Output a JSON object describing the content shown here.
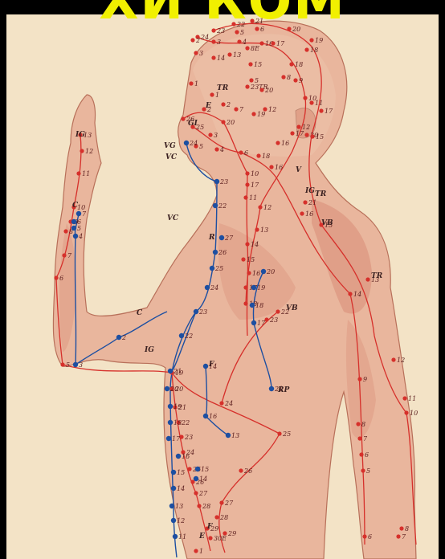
{
  "banner": {
    "title": "ХИ КОМ"
  },
  "colors": {
    "background": "#000000",
    "paper": "#f3e3c6",
    "skin": "#e9b69d",
    "muscle": "#d98d76",
    "red_meridian": "#d6302b",
    "blue_meridian": "#1d4fa1",
    "banner_text": "#f1f000"
  },
  "meridian_labels": [
    {
      "text": "IG"
    },
    {
      "text": "C"
    },
    {
      "text": "C"
    },
    {
      "text": "IG"
    },
    {
      "text": "TR"
    },
    {
      "text": "VB"
    },
    {
      "text": "R"
    },
    {
      "text": "VB"
    },
    {
      "text": "TR"
    },
    {
      "text": "RP"
    },
    {
      "text": "F"
    },
    {
      "text": "VC"
    },
    {
      "text": "E"
    },
    {
      "text": "GI"
    },
    {
      "text": "VG"
    },
    {
      "text": "VC"
    },
    {
      "text": "V"
    },
    {
      "text": "IG"
    },
    {
      "text": "TR"
    },
    {
      "text": "E"
    },
    {
      "text": "F"
    }
  ],
  "points": {
    "red": [
      {
        "label": "21"
      },
      {
        "label": "22"
      },
      {
        "label": "23"
      },
      {
        "label": "5"
      },
      {
        "label": "6"
      },
      {
        "label": "20"
      },
      {
        "label": "24"
      },
      {
        "label": "3"
      },
      {
        "label": "4"
      },
      {
        "label": "16"
      },
      {
        "label": "17"
      },
      {
        "label": "18"
      },
      {
        "label": "19"
      },
      {
        "label": "14"
      },
      {
        "label": "13"
      },
      {
        "label": "8E"
      },
      {
        "label": "15"
      },
      {
        "label": "18"
      },
      {
        "label": "8"
      },
      {
        "label": "9"
      },
      {
        "label": "5"
      },
      {
        "label": "23TR"
      },
      {
        "label": "20"
      },
      {
        "label": "10"
      },
      {
        "label": "11"
      },
      {
        "label": "17"
      },
      {
        "label": "1"
      },
      {
        "label": "2"
      },
      {
        "label": "7"
      },
      {
        "label": "19"
      },
      {
        "label": "12"
      },
      {
        "label": "26"
      },
      {
        "label": "2"
      },
      {
        "label": "25"
      },
      {
        "label": "20"
      },
      {
        "label": "3"
      },
      {
        "label": "17"
      },
      {
        "label": "12"
      },
      {
        "label": "20"
      },
      {
        "label": "15"
      },
      {
        "label": "4"
      },
      {
        "label": "6"
      },
      {
        "label": "16"
      },
      {
        "label": "18"
      },
      {
        "label": "16"
      },
      {
        "label": "10"
      },
      {
        "label": "17"
      },
      {
        "label": "11"
      },
      {
        "label": "12"
      },
      {
        "label": "21"
      },
      {
        "label": "16"
      },
      {
        "label": "15"
      },
      {
        "label": "13"
      },
      {
        "label": "14"
      },
      {
        "label": "15"
      },
      {
        "label": "16"
      },
      {
        "label": "17"
      },
      {
        "label": "18"
      },
      {
        "label": "22"
      },
      {
        "label": "23"
      },
      {
        "label": "14"
      },
      {
        "label": "13"
      },
      {
        "label": "12"
      },
      {
        "label": "11"
      },
      {
        "label": "10"
      },
      {
        "label": "9"
      },
      {
        "label": "8"
      },
      {
        "label": "7"
      },
      {
        "label": "6"
      },
      {
        "label": "5"
      },
      {
        "label": "13"
      },
      {
        "label": "12"
      },
      {
        "label": "11"
      },
      {
        "label": "10"
      },
      {
        "label": "9"
      },
      {
        "label": "8"
      },
      {
        "label": "7"
      },
      {
        "label": "6"
      },
      {
        "label": "5"
      },
      {
        "label": "19"
      },
      {
        "label": "20"
      },
      {
        "label": "21"
      },
      {
        "label": "22"
      },
      {
        "label": "23"
      },
      {
        "label": "24"
      },
      {
        "label": "25"
      },
      {
        "label": "26"
      },
      {
        "label": "27"
      },
      {
        "label": "28"
      },
      {
        "label": "29"
      },
      {
        "label": "30E"
      },
      {
        "label": "24"
      },
      {
        "label": "25"
      },
      {
        "label": "26"
      },
      {
        "label": "27"
      },
      {
        "label": "28"
      },
      {
        "label": "29"
      },
      {
        "label": "2"
      },
      {
        "label": "3"
      },
      {
        "label": "1"
      },
      {
        "label": "5"
      },
      {
        "label": "6"
      },
      {
        "label": "7"
      },
      {
        "label": "8"
      },
      {
        "label": "1"
      }
    ],
    "blue": [
      {
        "label": "24"
      },
      {
        "label": "23"
      },
      {
        "label": "22"
      },
      {
        "label": "27"
      },
      {
        "label": "26"
      },
      {
        "label": "25"
      },
      {
        "label": "24"
      },
      {
        "label": "23"
      },
      {
        "label": "22"
      },
      {
        "label": "21"
      },
      {
        "label": "20"
      },
      {
        "label": "19"
      },
      {
        "label": "18"
      },
      {
        "label": "17"
      },
      {
        "label": "16"
      },
      {
        "label": "15"
      },
      {
        "label": "14"
      },
      {
        "label": "13"
      },
      {
        "label": "12"
      },
      {
        "label": "11"
      },
      {
        "label": "20"
      },
      {
        "label": "19"
      },
      {
        "label": "18"
      },
      {
        "label": "17"
      },
      {
        "label": "21"
      },
      {
        "label": "14"
      },
      {
        "label": "16"
      },
      {
        "label": "13"
      },
      {
        "label": "15"
      },
      {
        "label": "14"
      },
      {
        "label": "7"
      },
      {
        "label": "6"
      },
      {
        "label": "5"
      },
      {
        "label": "4"
      },
      {
        "label": "2"
      },
      {
        "label": "3"
      }
    ]
  }
}
